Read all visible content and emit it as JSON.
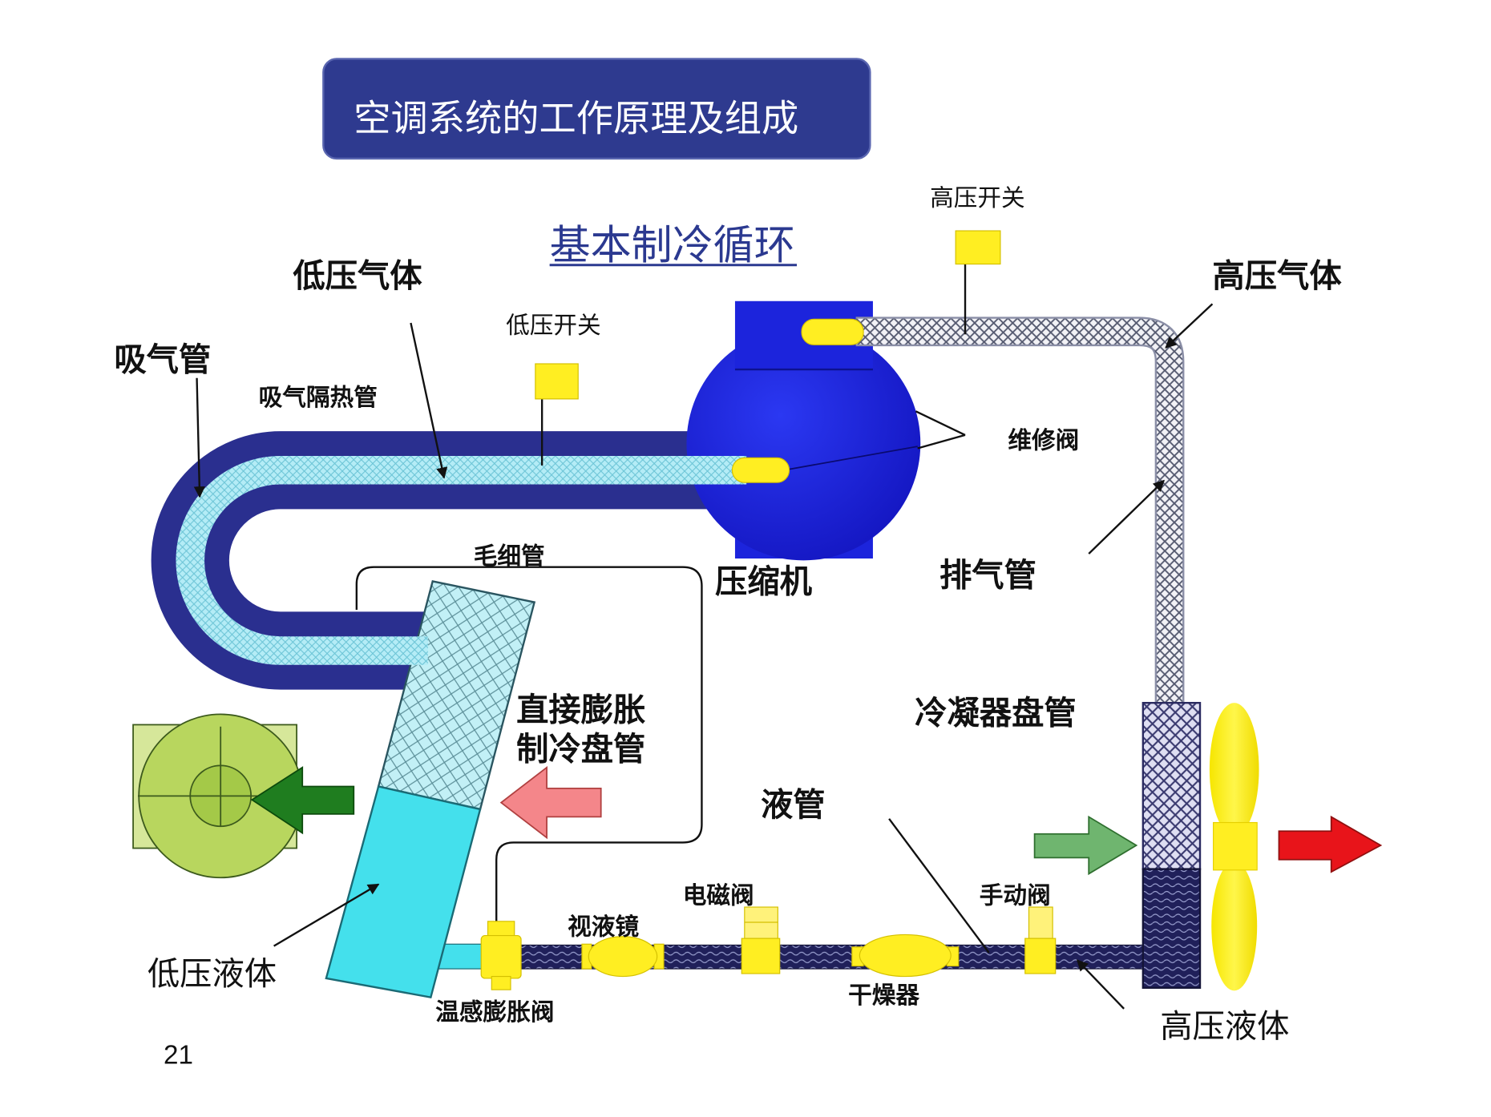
{
  "title": "空调系统的工作原理及组成",
  "subtitle": "基本制冷循环",
  "labels": {
    "high_pressure_switch": "高压开关",
    "high_pressure_gas": "高压气体",
    "low_pressure_gas": "低压气体",
    "low_pressure_switch": "低压开关",
    "suction_line": "吸气管",
    "suction_line_insulation": "吸气隔热管",
    "service_valve": "维修阀",
    "capillary_tube": "毛细管",
    "compressor": "压缩机",
    "discharge_line": "排气管",
    "condenser_coil": "冷凝器盘管",
    "evaporator_coil": [
      "直接膨胀",
      "制冷盘管"
    ],
    "liquid_line": "液管",
    "solenoid_valve": "电磁阀",
    "manual_valve": "手动阀",
    "sight_glass": "视液镜",
    "filter_drier": "干燥器",
    "low_pressure_liquid": "低压液体",
    "thermal_expansion_valve": "温感膨胀阀",
    "high_pressure_liquid": "高压液体"
  },
  "page_number": "21",
  "colors": {
    "title_box": "#2e3a8f",
    "subtitle": "#2b3990",
    "suction_line": "#2a2f8f",
    "compressor": "#1c24dc",
    "evaporator_liquid": "#44e0ec",
    "blower": "#b8d65e",
    "evaporator_arrow_green": "#1f7d1f",
    "evaporator_arrow_pink": "#f4868a",
    "condenser_arrow_in": "#6fb56f",
    "condenser_arrow_out": "#e8141a",
    "valves": "#ffee22"
  }
}
